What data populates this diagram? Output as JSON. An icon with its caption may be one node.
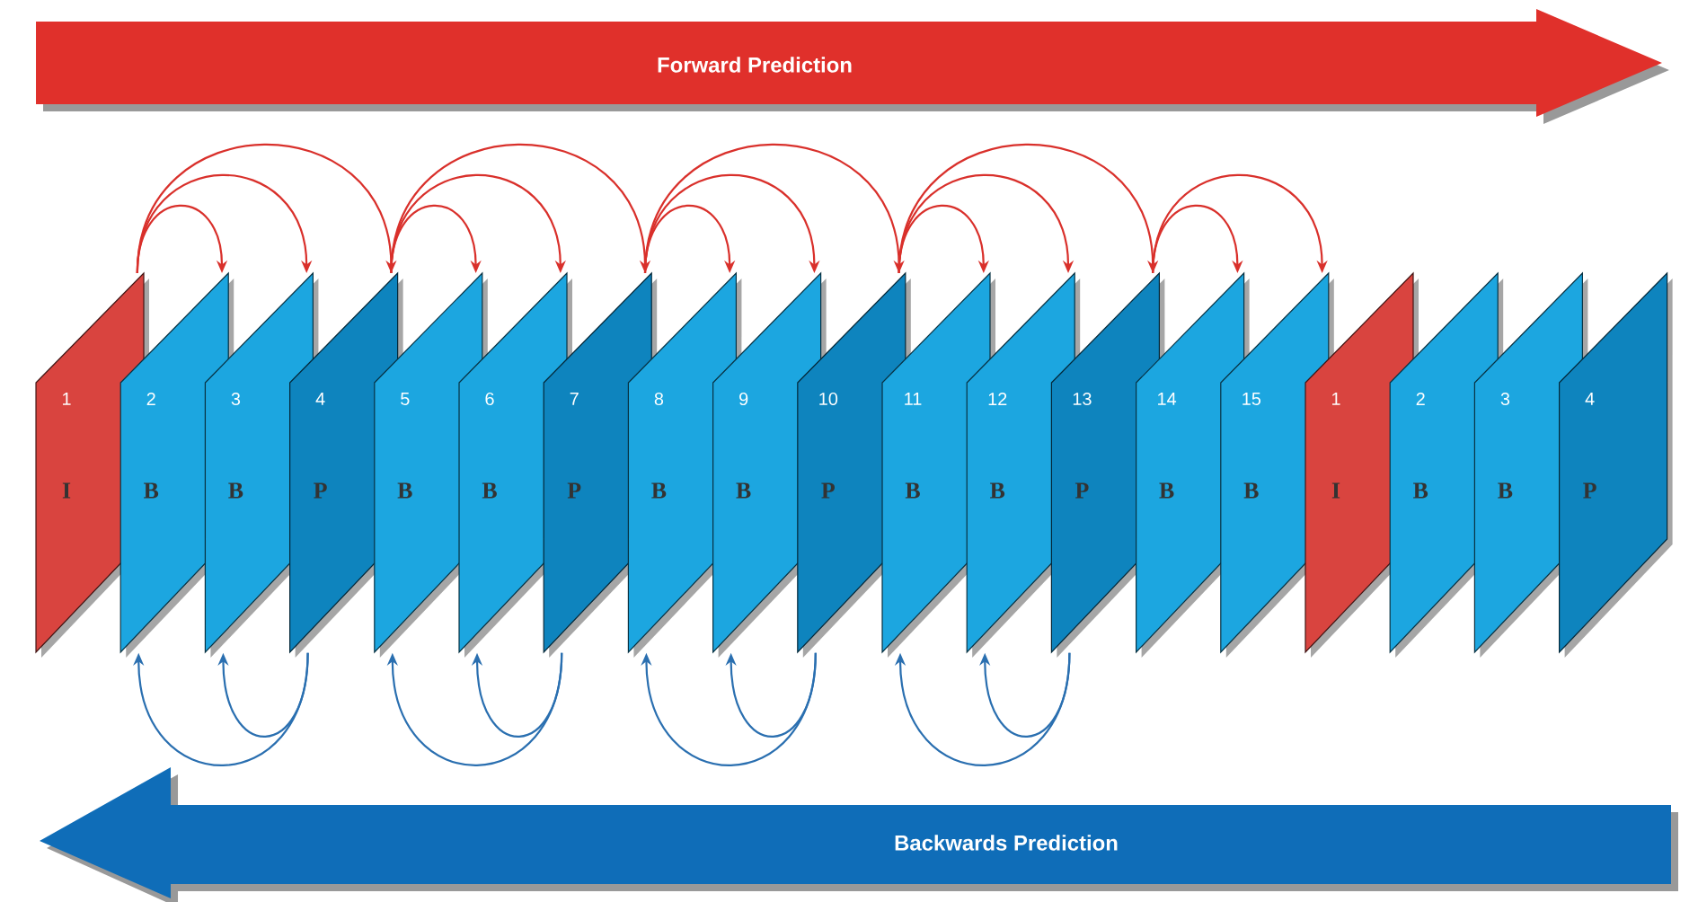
{
  "diagram": {
    "nodes": [
      {
        "text": [
          "Forward Prediction"
        ]
      },
      {
        "text": [
          "1",
          "I"
        ]
      },
      {
        "text": [
          "2",
          "B"
        ]
      },
      {
        "text": [
          "3",
          "B"
        ]
      },
      {
        "text": [
          "4",
          "P"
        ]
      },
      {
        "text": [
          "5",
          "B"
        ]
      },
      {
        "text": [
          "6",
          "B"
        ]
      },
      {
        "text": [
          "7",
          "P"
        ]
      },
      {
        "text": [
          "8",
          "B"
        ]
      },
      {
        "text": [
          "9",
          "B"
        ]
      },
      {
        "text": [
          "10",
          "P"
        ]
      },
      {
        "text": [
          "11",
          "B"
        ]
      },
      {
        "text": [
          "12",
          "B"
        ]
      },
      {
        "text": [
          "13",
          "P"
        ]
      },
      {
        "text": [
          "14",
          "B"
        ]
      },
      {
        "text": [
          "15",
          "B"
        ]
      },
      {
        "text": [
          "1",
          "I"
        ]
      },
      {
        "text": [
          "2",
          "B"
        ]
      },
      {
        "text": [
          "3",
          "B"
        ]
      },
      {
        "text": [
          "4",
          "P"
        ]
      },
      {
        "text": [
          "Backwards Prediction"
        ]
      }
    ],
    "edges": [
      {
        "from": 1,
        "to": 2,
        "arrow": "to"
      },
      {
        "from": 1,
        "to": 3,
        "arrow": "to"
      },
      {
        "from": 1,
        "to": 4,
        "arrow": "to"
      },
      {
        "from": 4,
        "to": 5,
        "arrow": "to"
      },
      {
        "from": 4,
        "to": 6,
        "arrow": "to"
      },
      {
        "from": 4,
        "to": 7,
        "arrow": "to"
      },
      {
        "from": 7,
        "to": 8,
        "arrow": "to"
      },
      {
        "from": 7,
        "to": 9,
        "arrow": "to"
      },
      {
        "from": 7,
        "to": 10,
        "arrow": "to"
      },
      {
        "from": 10,
        "to": 11,
        "arrow": "to"
      },
      {
        "from": 10,
        "to": 12,
        "arrow": "to"
      },
      {
        "from": 10,
        "to": 13,
        "arrow": "to"
      },
      {
        "from": 13,
        "to": 14,
        "arrow": "to"
      },
      {
        "from": 13,
        "to": 15,
        "arrow": "to"
      },
      {
        "from": 4,
        "to": 2,
        "arrow": "to",
        "color": "#2a6fb0"
      },
      {
        "from": 4,
        "to": 3,
        "arrow": "to",
        "color": "#2a6fb0"
      },
      {
        "from": 7,
        "to": 5,
        "arrow": "to",
        "color": "#2a6fb0"
      },
      {
        "from": 7,
        "to": 6,
        "arrow": "to",
        "color": "#2a6fb0"
      },
      {
        "from": 10,
        "to": 8,
        "arrow": "to",
        "color": "#2a6fb0"
      },
      {
        "from": 10,
        "to": 9,
        "arrow": "to",
        "color": "#2a6fb0"
      },
      {
        "from": 13,
        "to": 11,
        "arrow": "to",
        "color": "#2a6fb0"
      },
      {
        "from": 13,
        "to": 12,
        "arrow": "to",
        "color": "#2a6fb0"
      }
    ]
  }
}
